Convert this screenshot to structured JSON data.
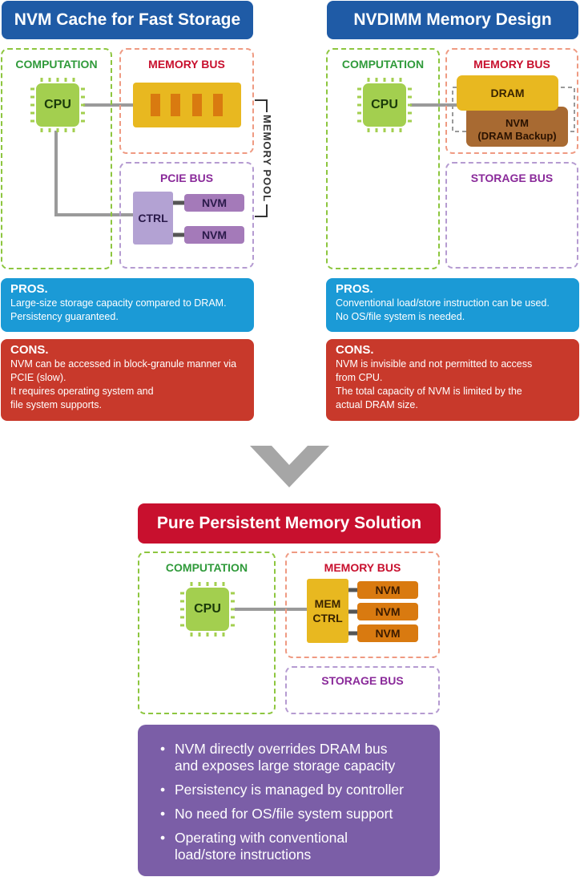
{
  "panel_left": {
    "title": "NVM Cache for Fast Storage",
    "computation_label": "COMPUTATION",
    "memory_bus_label": "MEMORY BUS",
    "pcie_bus_label": "PCIE BUS",
    "memory_pool_label": "MEMORY POOL",
    "cpu_label": "CPU",
    "ctrl_label": "CTRL",
    "nvm_1": "NVM",
    "nvm_2": "NVM",
    "pros_title": "PROS.",
    "pros_lines": [
      "Large-size storage capacity compared to DRAM.",
      "Persistency guaranteed."
    ],
    "cons_title": "CONS.",
    "cons_lines": [
      "NVM can be accessed in block-granule manner via",
      "PCIE (slow).",
      "It requires operating system and",
      "file system supports."
    ]
  },
  "panel_right": {
    "title": "NVDIMM Memory Design",
    "computation_label": "COMPUTATION",
    "memory_bus_label": "MEMORY BUS",
    "storage_bus_label": "STORAGE BUS",
    "cpu_label": "CPU",
    "dram_label": "DRAM",
    "nvm_line1": "NVM",
    "nvm_line2": "(DRAM Backup)",
    "pros_title": "PROS.",
    "pros_lines": [
      "Conventional load/store instruction can be used.",
      "No OS/file system is needed."
    ],
    "cons_title": "CONS.",
    "cons_lines": [
      "NVM is invisible and not permitted to access",
      "from CPU.",
      "The total capacity of NVM is limited by the",
      "actual DRAM size."
    ]
  },
  "panel_bottom": {
    "title": "Pure Persistent Memory Solution",
    "computation_label": "COMPUTATION",
    "memory_bus_label": "MEMORY BUS",
    "storage_bus_label": "STORAGE BUS",
    "cpu_label": "CPU",
    "mem_ctrl_line1": "MEM",
    "mem_ctrl_line2": "CTRL",
    "nvm_1": "NVM",
    "nvm_2": "NVM",
    "nvm_3": "NVM",
    "bullets": [
      [
        "NVM directly overrides DRAM bus",
        "and exposes large storage capacity"
      ],
      [
        "Persistency is managed by controller"
      ],
      [
        "No need for OS/file system support"
      ],
      [
        "Operating with conventional",
        "load/store instructions"
      ]
    ]
  },
  "colors": {
    "title_blue": "#1f5ba6",
    "title_red": "#c8102e",
    "cpu_green": "#a3cf4f",
    "dram_yellow": "#e8b820",
    "nvm_orange": "#d97a10",
    "nvm_brown": "#a86a32",
    "ctrl_lavender": "#b3a2d3",
    "nvm_purple": "#a47ab9",
    "pros_blue": "#1b9ad6",
    "cons_red": "#c8392b",
    "summary_purple": "#7b5ea7",
    "arrow_gray": "#a6a6a6"
  }
}
